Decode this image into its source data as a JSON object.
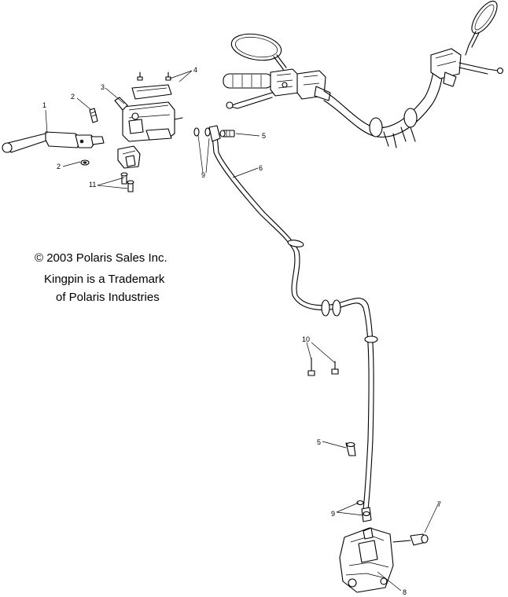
{
  "caption": {
    "line1": "© 2003 Polaris Sales Inc.",
    "line2": "Kingpin is a Trademark",
    "line3": "of Polaris Industries"
  },
  "callouts": {
    "c1": "1",
    "c2a": "2",
    "c2b": "2",
    "c3": "3",
    "c4": "4",
    "c5a": "5",
    "c5b": "5",
    "c6": "6",
    "c7": "7",
    "c8": "8",
    "c9a": "9",
    "c9b": "9",
    "c10": "10",
    "c11": "11"
  }
}
